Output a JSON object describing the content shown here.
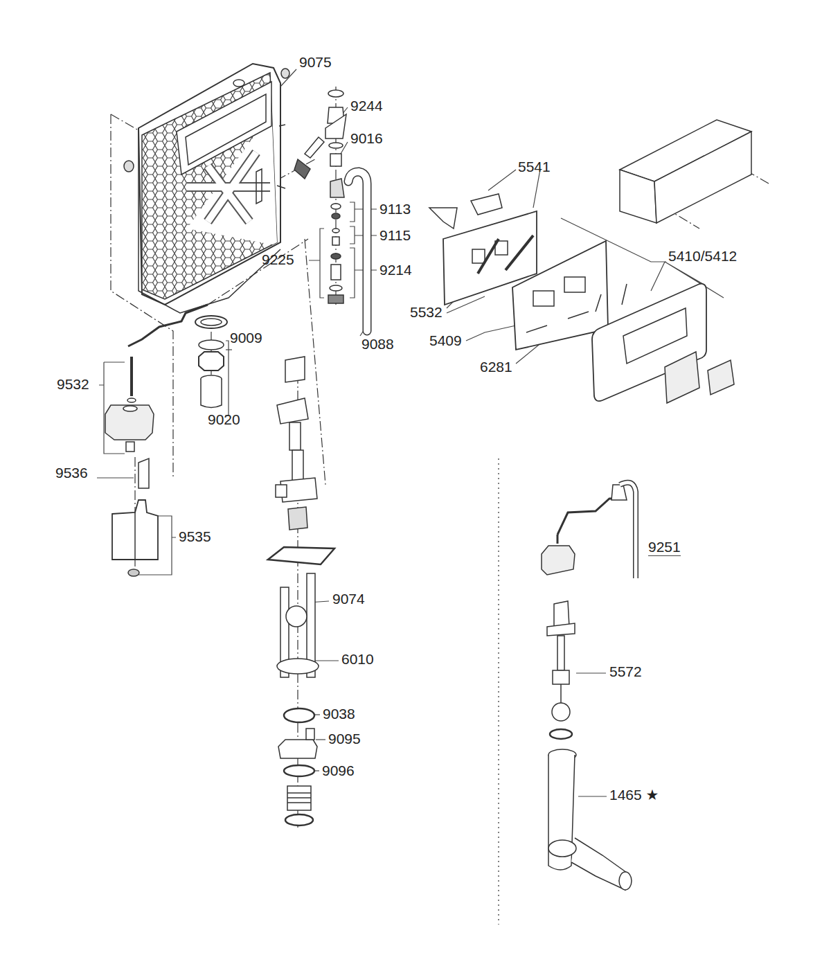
{
  "diagram": {
    "labels": [
      "9075",
      "9244",
      "9016",
      "5541",
      "9113",
      "9115",
      "5410/5412",
      "9225",
      "9214",
      "5532",
      "9009",
      "5409",
      "9088",
      "6281",
      "9532",
      "9020",
      "9536",
      "9535",
      "9251",
      "9074",
      "6010",
      "5572",
      "9038",
      "9095",
      "9096",
      "1465 ★"
    ]
  }
}
